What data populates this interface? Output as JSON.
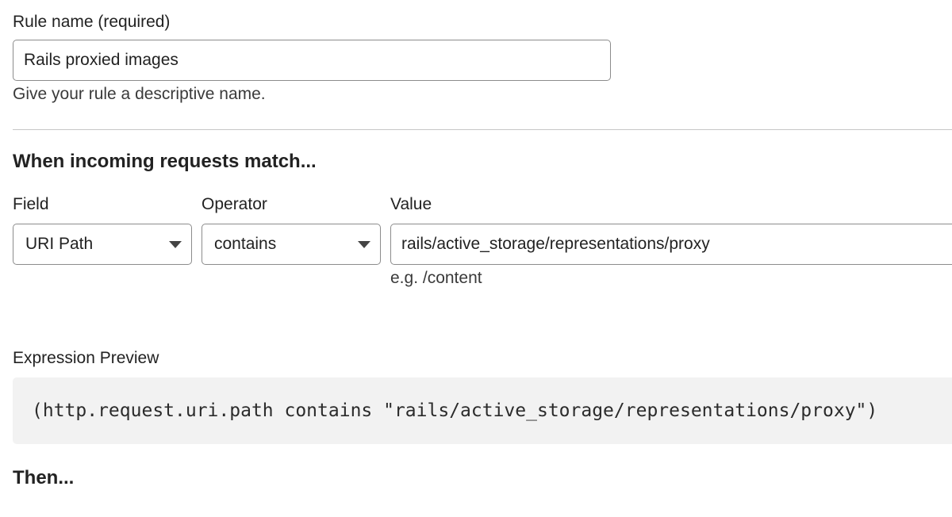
{
  "rule_name": {
    "label": "Rule name (required)",
    "value": "Rails proxied images",
    "helper": "Give your rule a descriptive name."
  },
  "match_section": {
    "heading": "When incoming requests match...",
    "field": {
      "label": "Field",
      "selected": "URI Path"
    },
    "operator": {
      "label": "Operator",
      "selected": "contains"
    },
    "value": {
      "label": "Value",
      "value": "rails/active_storage/representations/proxy",
      "helper": "e.g. /content"
    }
  },
  "expression_preview": {
    "label": "Expression Preview",
    "code": "(http.request.uri.path contains \"rails/active_storage/representations/proxy\")"
  },
  "then_section": {
    "heading": "Then..."
  },
  "colors": {
    "border": "#8c8c8c",
    "divider": "#c6c6c6",
    "preview_background": "#f2f2f2",
    "text": "#222222"
  }
}
